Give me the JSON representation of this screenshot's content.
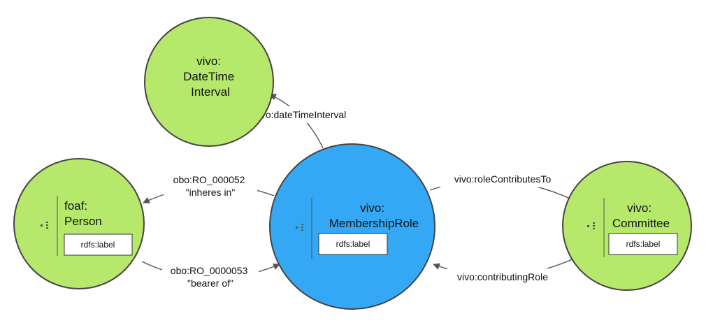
{
  "colors": {
    "class_node": "#b6e86b",
    "focus_node": "#35a8f5",
    "edge": "#555555",
    "outline": "#444444"
  },
  "icons": {
    "collapse_toggle": "dotted-list-icon"
  },
  "nodes": {
    "datetime": {
      "lines": [
        "vivo:",
        "DateTime",
        "Interval"
      ]
    },
    "person": {
      "lines": [
        "foaf:",
        "Person"
      ],
      "property": "rdfs:label"
    },
    "membership": {
      "lines": [
        "vivo:",
        "MembershipRole"
      ],
      "property": "rdfs:label"
    },
    "committee": {
      "lines": [
        "vivo:",
        "Committee"
      ],
      "property": "rdfs:label"
    }
  },
  "edges": {
    "datetime_interval": {
      "lines": [
        "vivo:dateTimeInterval"
      ]
    },
    "inheres_in": {
      "lines": [
        "obo:RO_000052",
        "\"inheres in\""
      ]
    },
    "bearer_of": {
      "lines": [
        "obo:RO_0000053",
        "\"bearer of\""
      ]
    },
    "role_contributes_to": {
      "lines": [
        "vivo:roleContributesTo"
      ]
    },
    "contributing_role": {
      "lines": [
        "vivo:contributingRole"
      ]
    }
  }
}
